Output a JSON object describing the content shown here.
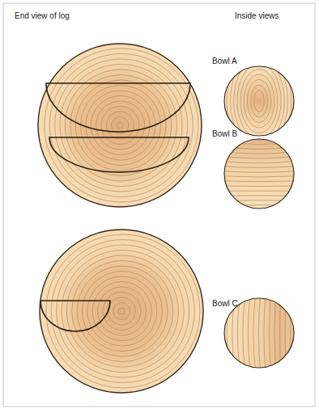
{
  "diagram": {
    "labels": [
      "End view of log",
      "Inside views",
      "Bowl A",
      "Bowl B",
      "Bowl C"
    ]
  }
}
